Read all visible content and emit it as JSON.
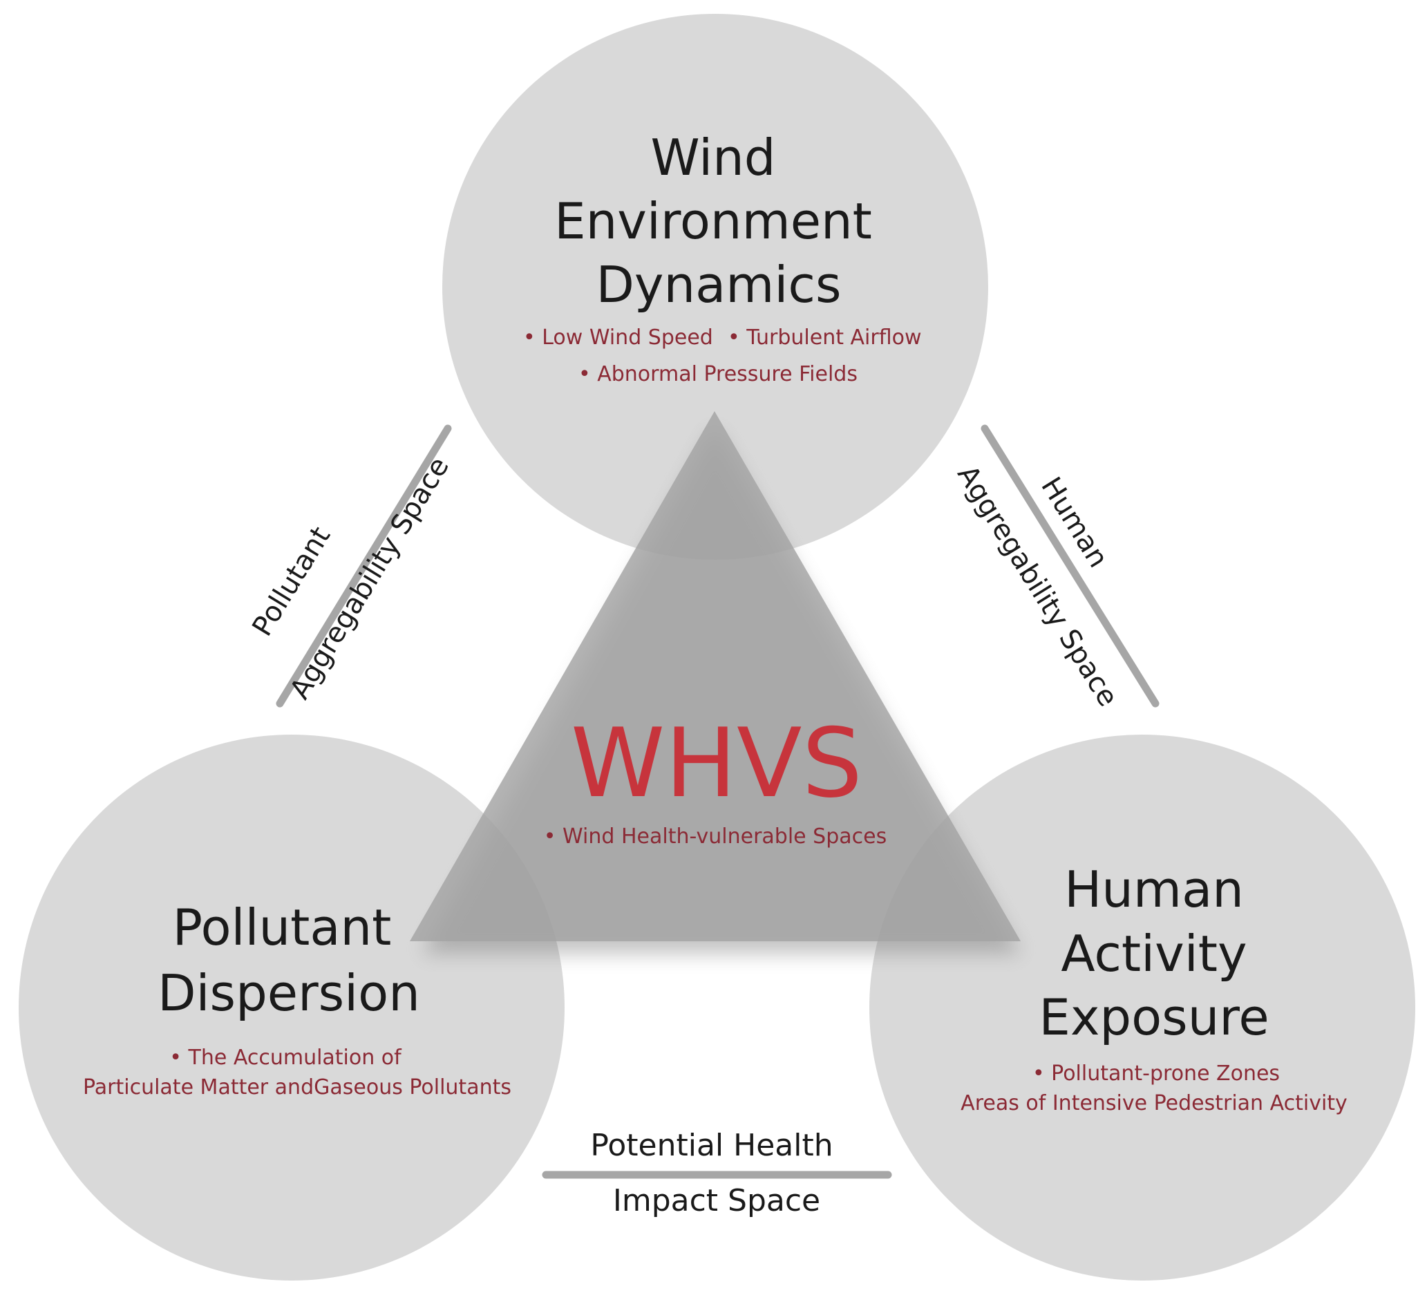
{
  "top_circle": {
    "title_lines": [
      "Wind",
      "Environment",
      "Dynamics"
    ],
    "bullet_line1_a": "• Low Wind Speed",
    "bullet_line1_b": "• Turbulent Airflow",
    "bullet_line2": "• Abnormal Pressure Fields"
  },
  "left_circle": {
    "title_lines": [
      "Pollutant",
      "Dispersion"
    ],
    "bullet_lines": [
      "• The Accumulation of",
      "Particulate Matter andGaseous Pollutants"
    ]
  },
  "right_circle": {
    "title_lines": [
      "Human",
      "Activity",
      "Exposure"
    ],
    "bullet_lines": [
      "• Pollutant-prone Zones",
      "Areas of Intensive Pedestrian Activity"
    ]
  },
  "center": {
    "acronym": "WHVS",
    "bullet": "• Wind Health-vulnerable Spaces"
  },
  "edges": {
    "left": [
      "Pollutant",
      "Aggregability Space"
    ],
    "right": [
      "Human",
      "Aggregability Space"
    ],
    "bottom": [
      "Potential Health",
      "Impact Space"
    ]
  },
  "colors": {
    "circle": "#d9d9d9",
    "triangle": "#a3a3a3",
    "core_text": "#c7343c",
    "sub_text": "#8b2a35",
    "divider": "#a6a6a6"
  }
}
